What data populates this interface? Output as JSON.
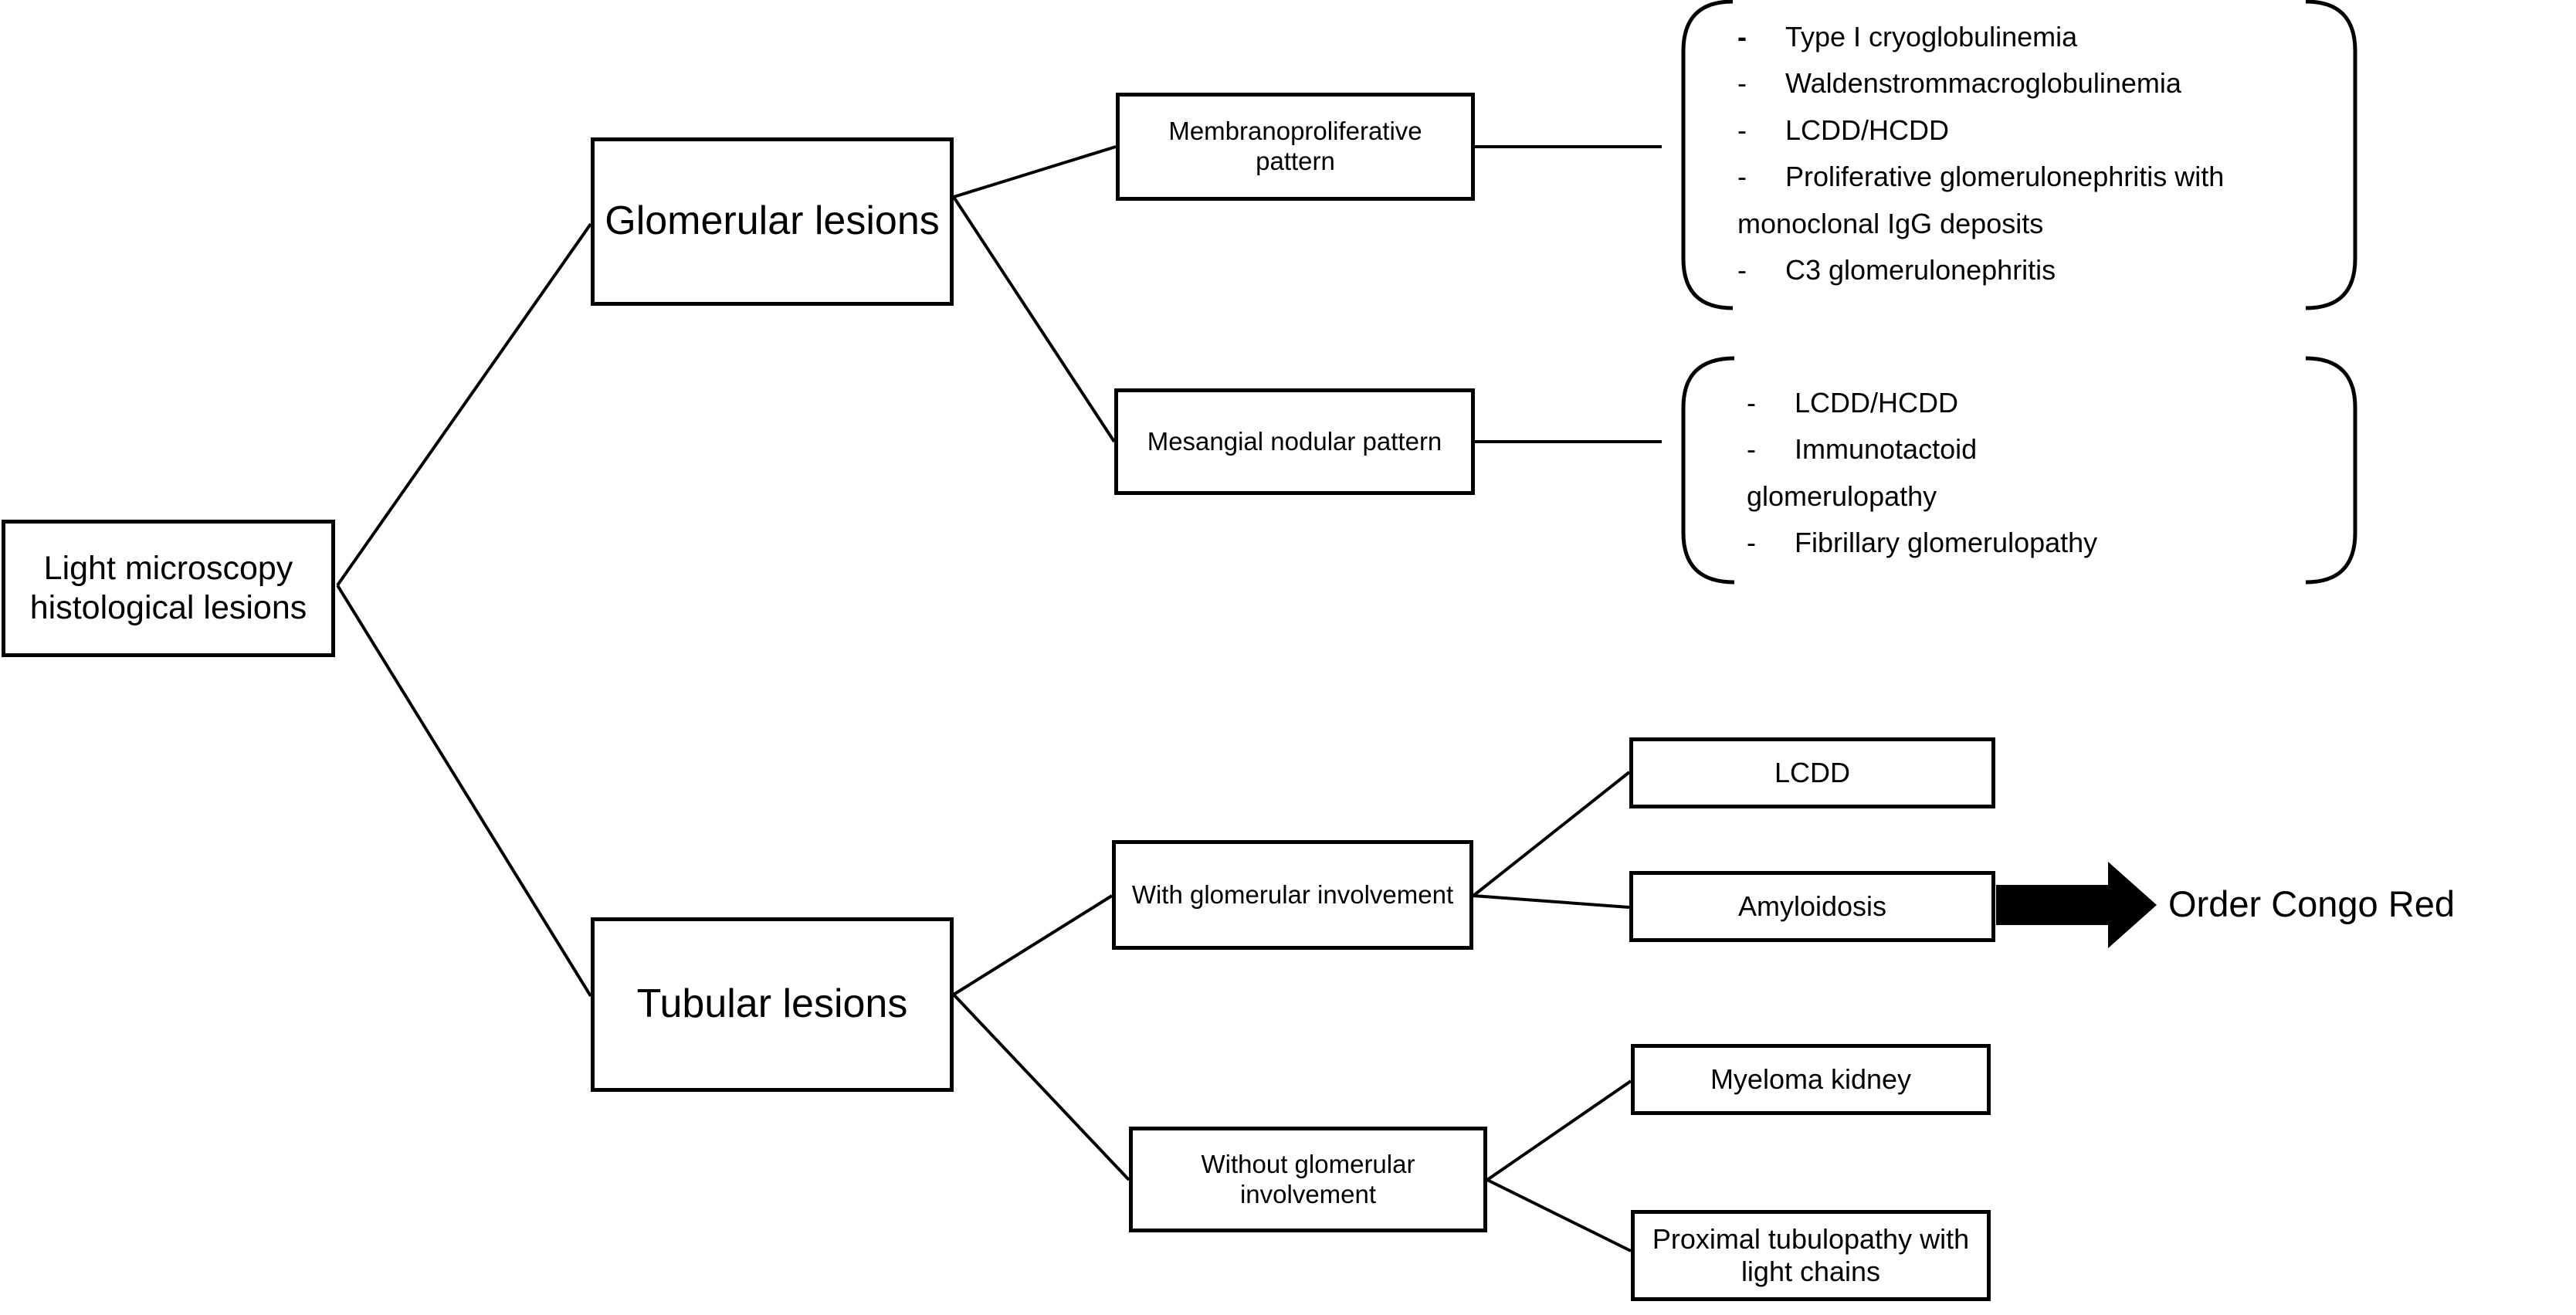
{
  "diagram": {
    "title": "Light microscopy histological lesions decision tree",
    "colors": {
      "line": "#000000",
      "box_fill": "#ffffff",
      "text": "#000000"
    },
    "nodes": {
      "root": "Light microscopy histological lesions",
      "glomerular": "Glomerular lesions",
      "tubular": "Tubular lesions",
      "membranoproliferative": "Membranoproliferative pattern",
      "mesangial": "Mesangial nodular pattern",
      "with_glomerular": "With glomerular involvement",
      "without_glomerular": "Without glomerular involvement",
      "lcdd": "LCDD",
      "amyloidosis": "Amyloidosis",
      "myeloma_kidney": "Myeloma kidney",
      "proximal_tubulopathy": "Proximal tubulopathy with light chains"
    },
    "bracket_groups": [
      {
        "id": "membranoproliferative-outcomes",
        "bullet_char": "-",
        "items": [
          "Type I cryoglobulinemia",
          "Waldenstrommacroglobulinemia",
          "LCDD/HCDD",
          "Proliferative glomerulonephritis with monoclonal IgG deposits",
          "C3 glomerulonephritis"
        ]
      },
      {
        "id": "mesangial-outcomes",
        "bullet_char": "-",
        "items": [
          "LCDD/HCDD",
          "Immunotactoid glomerulopathy",
          "Fibrillary glomerulopathy"
        ]
      }
    ],
    "annotation": {
      "arrow_label": "Order Congo Red"
    }
  }
}
